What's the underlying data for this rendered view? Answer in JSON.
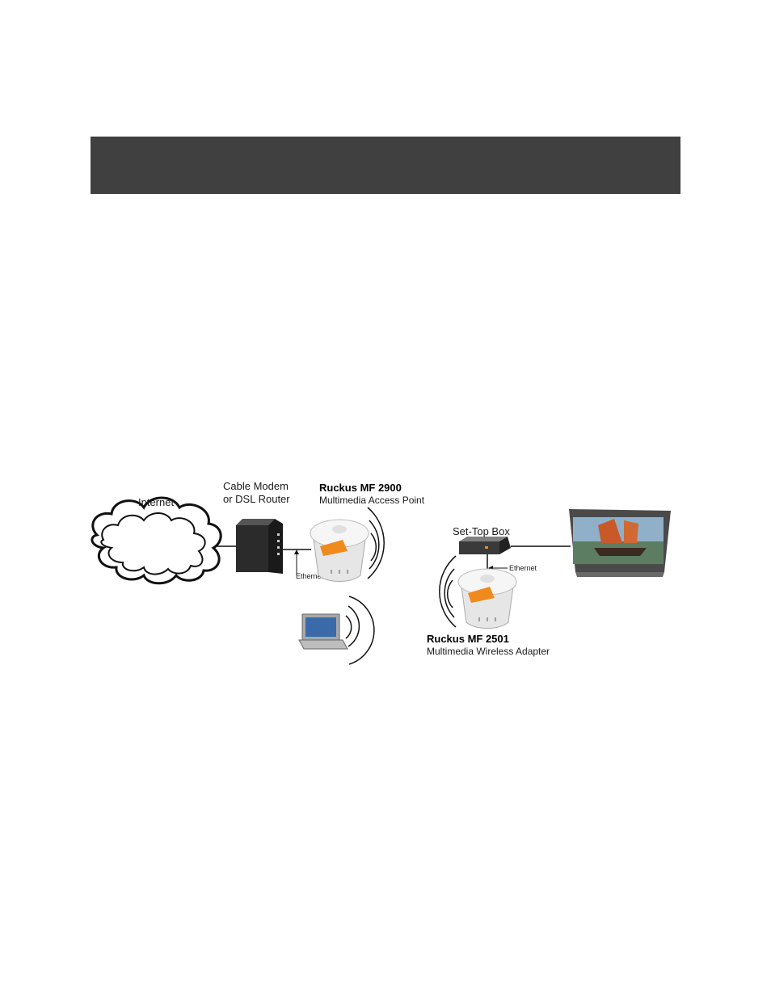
{
  "diagram": {
    "internet_label": "Internet",
    "modem_label_line1": "Cable Modem",
    "modem_label_line2": "or DSL Router",
    "ap_name": "Ruckus MF 2900",
    "ap_desc": "Multimedia Access Point",
    "stb_label": "Set-Top Box",
    "ethernet_label_left": "Ethernet",
    "ethernet_label_right": "Ethernet",
    "adapter_name": "Ruckus MF 2501",
    "adapter_desc": "Multimedia Wireless Adapter"
  },
  "colors": {
    "header": "#404040",
    "device_accent": "#f08a1c",
    "modem": "#2b2b2b"
  }
}
